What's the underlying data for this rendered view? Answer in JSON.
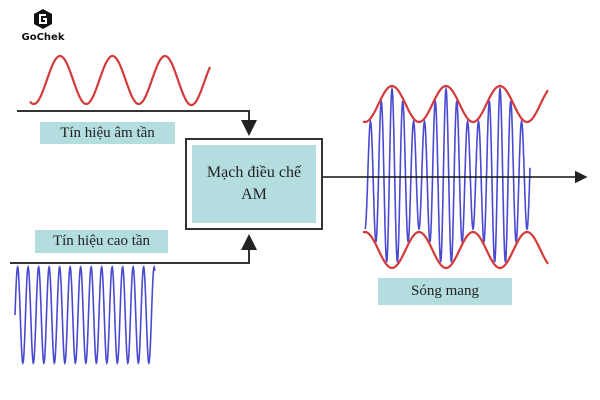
{
  "logo": {
    "text": "GoChek"
  },
  "labels": {
    "audio_signal": "Tín hiệu âm tần",
    "carrier_signal": "Tín hiệu cao tần",
    "modulator_line1": "Mạch điều chế",
    "modulator_line2": "AM",
    "output_wave": "Sóng mang"
  },
  "colors": {
    "envelope": "#d43a3a",
    "carrier": "#4a4ad0",
    "label_bg": "#b4dde0"
  }
}
